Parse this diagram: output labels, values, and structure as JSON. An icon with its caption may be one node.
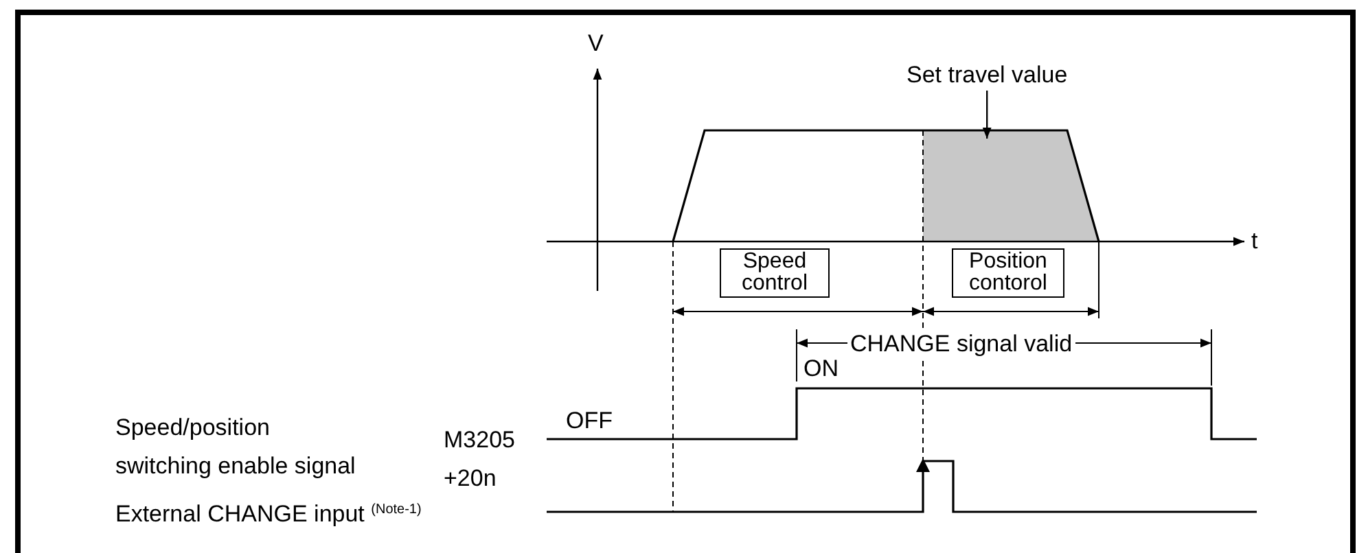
{
  "diagram": {
    "nodes": [
      {
        "text": [
          "Set travel value"
        ]
      },
      {
        "text": [],
        "shape": "box"
      },
      {
        "text": [
          "Speed control"
        ]
      },
      {
        "text": [
          "Position contorol"
        ]
      }
    ],
    "edges": [
      {
        "from": 0,
        "to": 1,
        "arrow": "to"
      }
    ],
    "labels": [
      "V",
      "t",
      "CHANGE signal valid",
      "ON",
      "Speed/position switching enable signal",
      "M3205 +20n",
      "OFF",
      "External CHANGE input $^{(Note-1)}$"
    ]
  }
}
